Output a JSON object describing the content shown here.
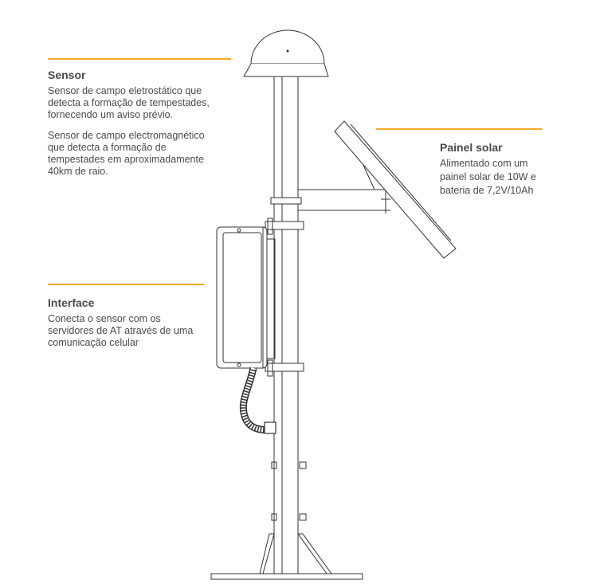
{
  "accent_color": "#f7a823",
  "sensor": {
    "title": "Sensor",
    "paragraph1": "Sensor de campo eletrostático que detecta a formação de tempestades, fornecendo um aviso prévio.",
    "paragraph2": "Sensor de campo electromagnético que detecta a formação de tempestades em aproximadamente 40km de raio."
  },
  "solar": {
    "title": "Painel solar",
    "paragraph": "Alimentado com um painel solar de 10W e bateria de 7,2V/10Ah"
  },
  "interface": {
    "title": "Interface",
    "paragraph": "Conecta o sensor com os servidores de AT através de uma comunicação celular"
  }
}
